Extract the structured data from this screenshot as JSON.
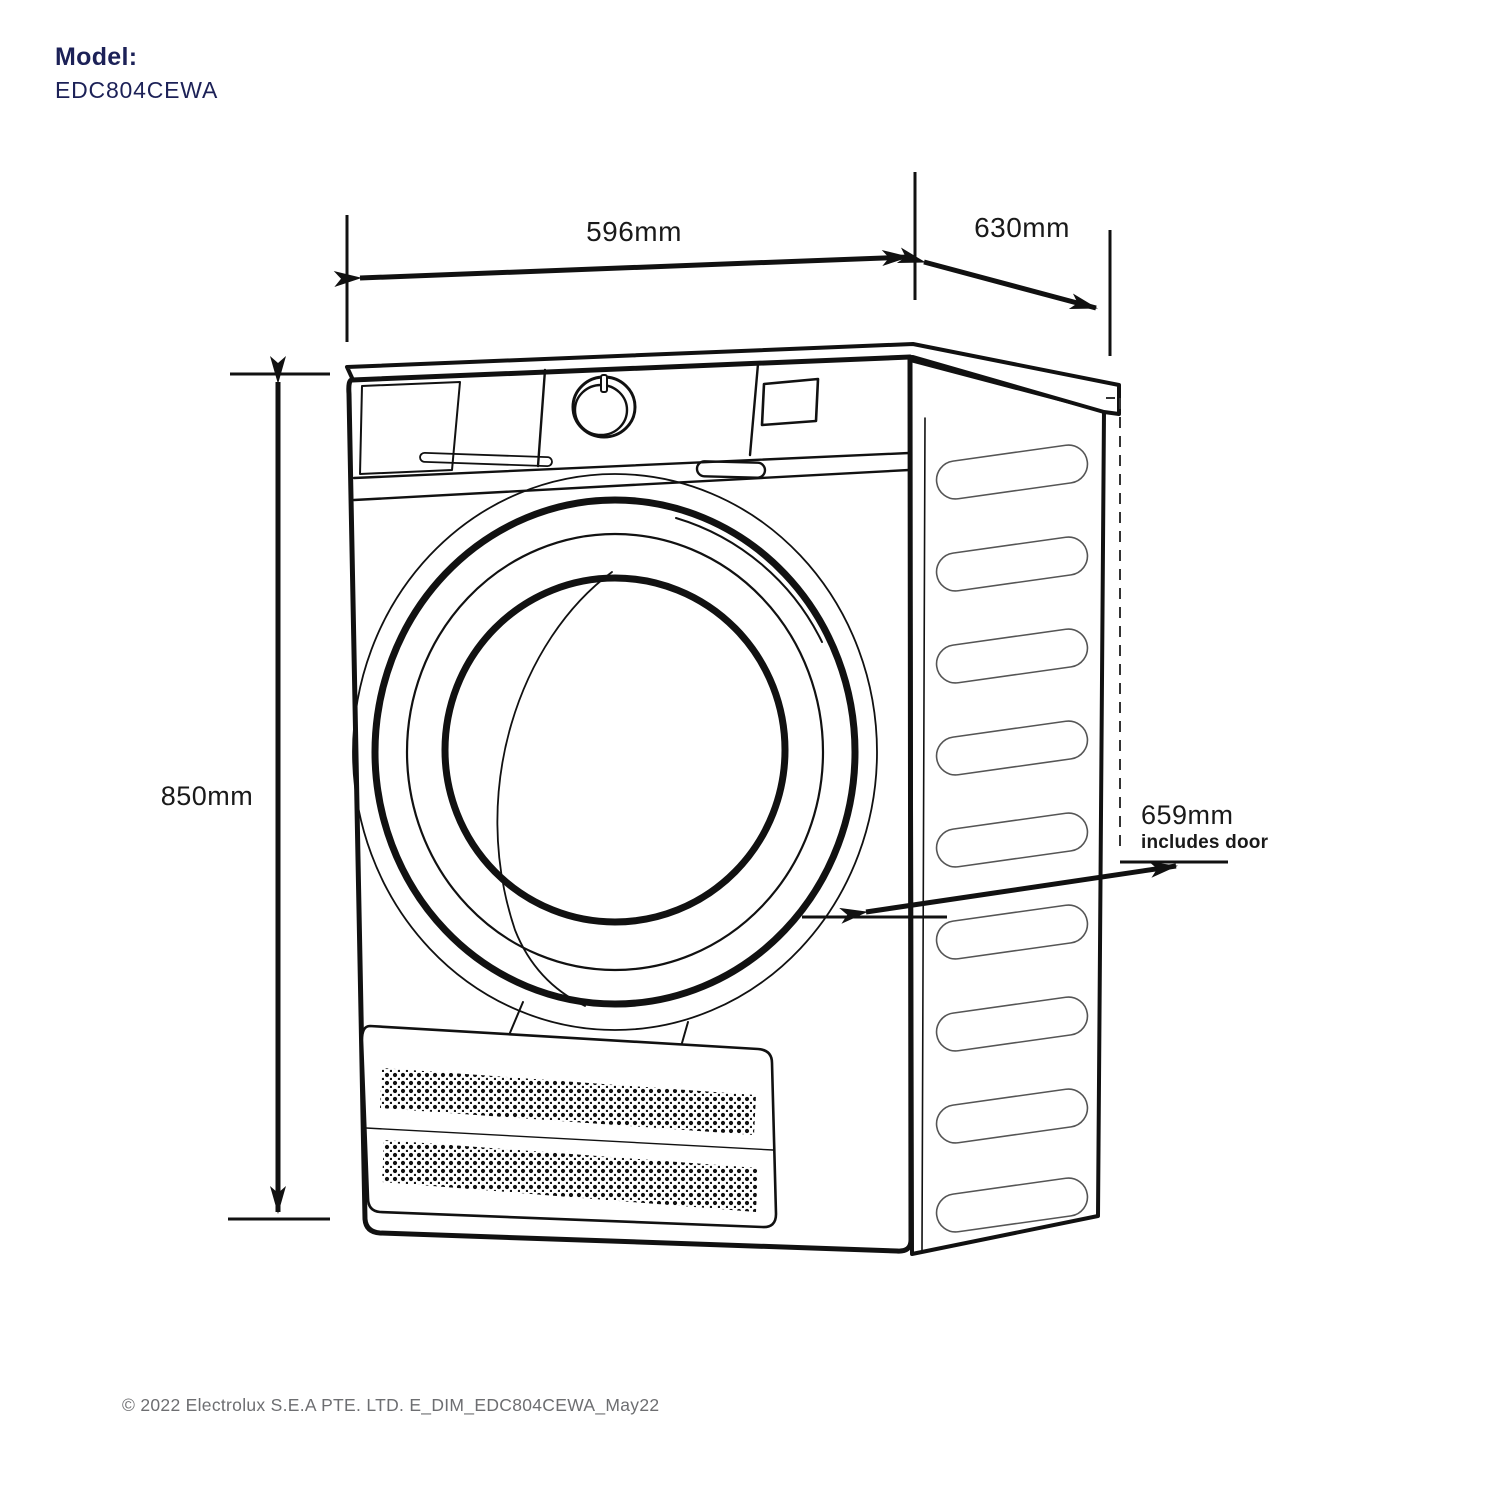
{
  "header": {
    "model_label": "Model:",
    "model_number": "EDC804CEWA"
  },
  "dimensions": {
    "width": {
      "value": "596mm",
      "orientation": "top-front-width"
    },
    "depth": {
      "value": "630mm",
      "orientation": "top-side-depth"
    },
    "height": {
      "value": "850mm",
      "orientation": "left-height"
    },
    "depth_with_door": {
      "value": "659mm",
      "note": "includes door",
      "orientation": "side-depth-including-door"
    }
  },
  "diagram": {
    "subject": "front-load tumble dryer, three-quarter perspective line drawing",
    "features": [
      "control-knob",
      "display-window",
      "door-glass-rings",
      "kick-panel-perforations",
      "side-vent-slots",
      "rear-plane-dashed-line"
    ]
  },
  "footer": {
    "copyright": "© 2022 Electrolux S.E.A PTE. LTD. E_DIM_EDC804CEWA_May22"
  },
  "colors": {
    "brand_navy": "#1c2157",
    "line_black": "#111111",
    "footer_gray": "#6d6e71",
    "background": "#ffffff"
  }
}
